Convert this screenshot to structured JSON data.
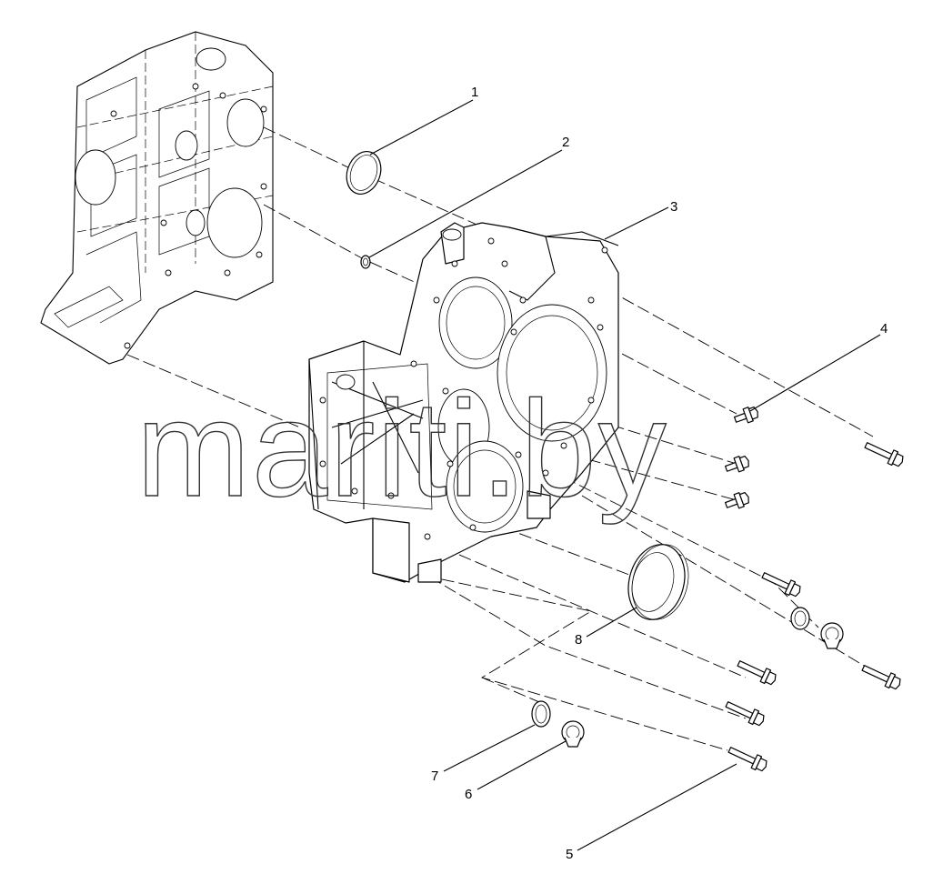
{
  "watermark": "mariti.by",
  "callouts": [
    {
      "id": "1",
      "label": "1"
    },
    {
      "id": "2",
      "label": "2"
    },
    {
      "id": "3",
      "label": "3"
    },
    {
      "id": "4",
      "label": "4"
    },
    {
      "id": "5",
      "label": "5"
    },
    {
      "id": "6",
      "label": "6"
    },
    {
      "id": "7",
      "label": "7"
    },
    {
      "id": "8",
      "label": "8"
    }
  ]
}
